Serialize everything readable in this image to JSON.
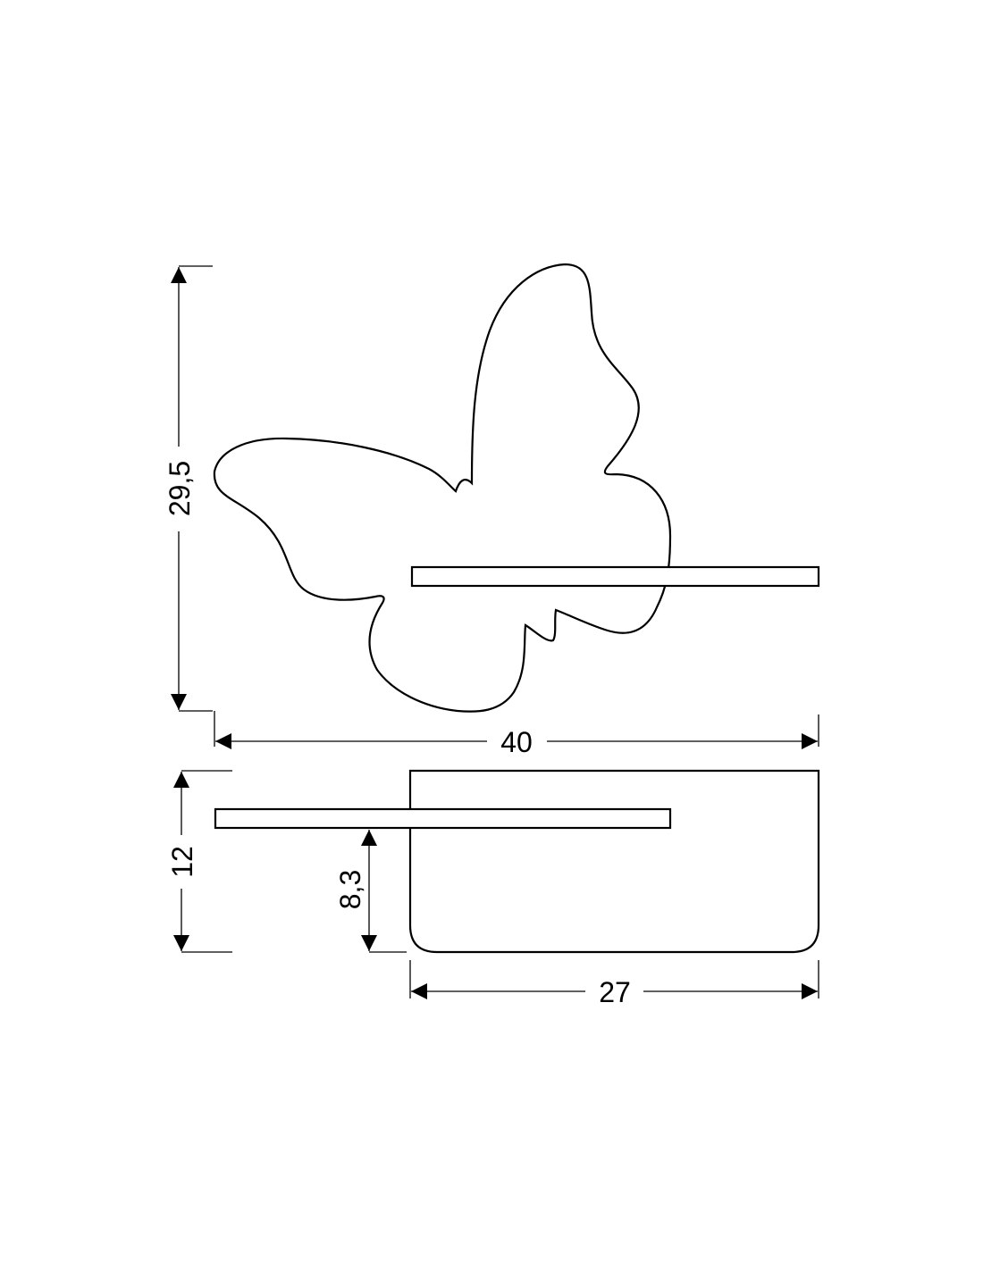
{
  "dimensions": {
    "height_front": "29,5",
    "width_total": "40",
    "depth_total": "12",
    "shelf_height": "8,3",
    "base_width": "27"
  },
  "colors": {
    "line": "#000000",
    "background": "#ffffff"
  }
}
